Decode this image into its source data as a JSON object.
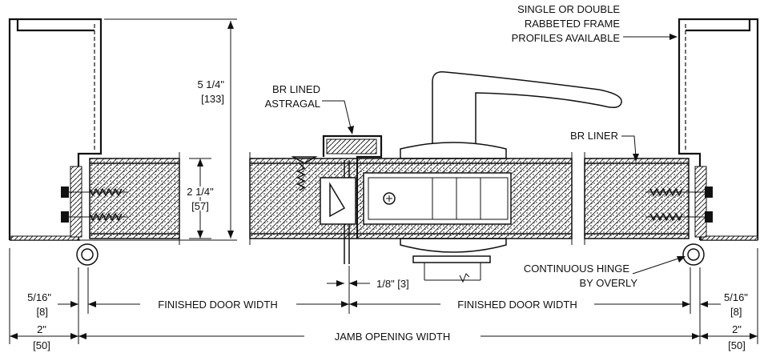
{
  "labels": {
    "frame_note_line1": "SINGLE OR DOUBLE",
    "frame_note_line2": "RABBETED FRAME",
    "frame_note_line3": "PROFILES AVAILABLE",
    "astragal_line1": "BR LINED",
    "astragal_line2": "ASTRAGAL",
    "br_liner": "BR LINER",
    "hinge_line1": "CONTINUOUS HINGE",
    "hinge_line2": "BY OVERLY",
    "frame_depth": "5 1/4\"",
    "frame_depth_mm": "[133]",
    "door_thickness": "2 1/4\"",
    "door_thickness_mm": "[57]",
    "gap": "1/8\" [3]",
    "left_offset": "5/16\"",
    "left_offset_mm": "[8]",
    "right_offset": "5/16\"",
    "right_offset_mm": "[8]",
    "left_jamb": "2\"",
    "left_jamb_mm": "[50]",
    "right_jamb": "2\"",
    "right_jamb_mm": "[50]",
    "finished_width_left": "FINISHED DOOR WIDTH",
    "finished_width_right": "FINISHED DOOR WIDTH",
    "jamb_opening": "JAMB OPENING WIDTH"
  }
}
